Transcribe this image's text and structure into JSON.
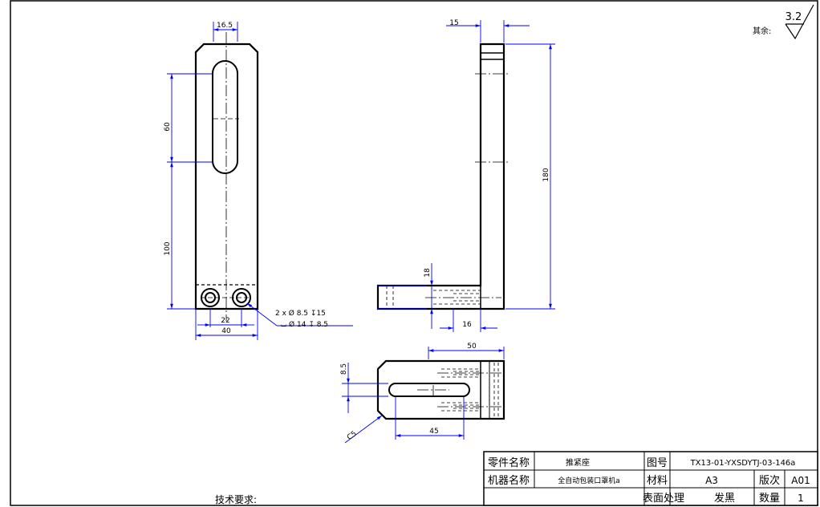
{
  "drawing": {
    "roughness": {
      "value": "3.2",
      "prefix": "其余:"
    },
    "dimensions": {
      "front_slot_width": "16.5",
      "front_slot_length": "60",
      "front_lower_length": "100",
      "front_hole_pitch": "22",
      "front_width": "40",
      "side_thickness": "15",
      "side_height": "180",
      "side_foot": "18",
      "side_foot_length": "16",
      "top_length": "50",
      "top_slot_offset": "8.5",
      "top_slot_length": "45",
      "chamfer": "C5"
    },
    "hole_callout": {
      "line1": "2 x  Ø 8.5  ↧15",
      "line2": "⌴ Ø 14  ↧ 8.5"
    },
    "notes_title": "技术要求:"
  },
  "title_block": {
    "part_name_label": "零件名称",
    "part_name_value": "推紧座",
    "drawing_no_label": "图号",
    "drawing_no_value": "TX13-01-YXSDYTJ-03-146a",
    "machine_label": "机器名称",
    "machine_value": "全自动包装口罩机a",
    "material_label": "材料",
    "material_value": "A3",
    "version_label": "版次",
    "version_value": "A01",
    "surface_label": "表面处理",
    "surface_value": "发黑",
    "quantity_label": "数量",
    "quantity_value": "1"
  },
  "colors": {
    "outline": "#000000",
    "dimension": "#0000ff",
    "background": "#ffffff"
  }
}
